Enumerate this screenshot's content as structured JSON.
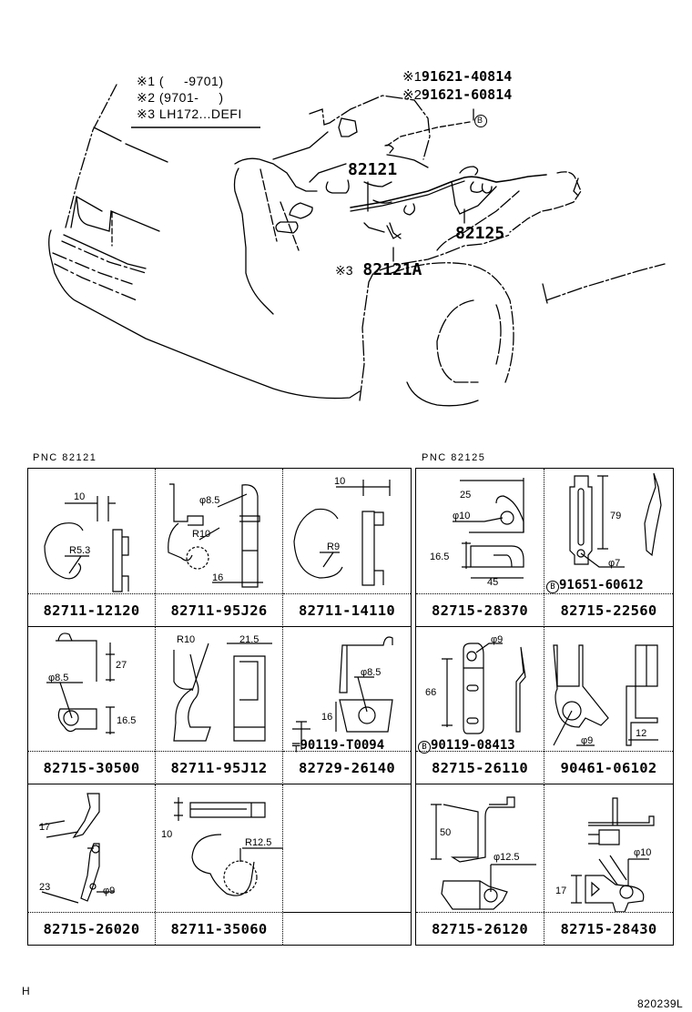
{
  "notes": [
    {
      "mark": "※1",
      "text": "(     -9701)"
    },
    {
      "mark": "※2",
      "text": "(9701-     )"
    },
    {
      "mark": "※3",
      "text": "LH172...DEFI"
    }
  ],
  "callouts": {
    "bolt1": {
      "mark": "※1",
      "part": "91621-40814"
    },
    "bolt2": {
      "mark": "※2",
      "part": "91621-60814"
    },
    "b_symbol": "B",
    "harness_main": "82121",
    "harness_82125": "82125",
    "harness_a": {
      "mark": "※3",
      "part": "82121A"
    }
  },
  "groups": [
    {
      "pnc_label": "PNC 82121",
      "cells": [
        {
          "part": "82711-12120",
          "dims": [
            "10",
            "R5.3"
          ],
          "icon": "wire-clamp-icon"
        },
        {
          "part": "82711-95J26",
          "dims": [
            "φ8.5",
            "R10",
            "16"
          ],
          "icon": "wire-clamp-icon"
        },
        {
          "part": "82711-14110",
          "dims": [
            "10",
            "R9"
          ],
          "icon": "wire-clamp-icon"
        },
        {
          "part": "82715-30500",
          "dims": [
            "27",
            "φ8.5",
            "16.5"
          ],
          "icon": "bracket-icon"
        },
        {
          "part": "82711-95J12",
          "dims": [
            "R10",
            "21.5"
          ],
          "icon": "wire-clamp-icon"
        },
        {
          "part": "82729-26140",
          "dims": [
            "φ8.5",
            "16"
          ],
          "sub_part": "90119-T0094",
          "icon": "bracket-icon"
        },
        {
          "part": "82715-26020",
          "dims": [
            "17",
            "23",
            "φ9"
          ],
          "icon": "bracket-icon"
        },
        {
          "part": "82711-35060",
          "dims": [
            "10",
            "R12.5"
          ],
          "icon": "wire-clamp-icon"
        },
        {
          "part": "",
          "dims": [],
          "icon": "empty"
        }
      ]
    },
    {
      "pnc_label": "PNC 82125",
      "cells": [
        {
          "part": "82715-28370",
          "dims": [
            "25",
            "φ10",
            "16.5",
            "45"
          ],
          "icon": "bracket-icon"
        },
        {
          "part": "82715-22560",
          "dims": [
            "79",
            "φ7"
          ],
          "sub_part": "91651-60612",
          "sub_mark": "B",
          "icon": "bracket-icon"
        },
        {
          "part": "82715-26110",
          "dims": [
            "φ9",
            "66"
          ],
          "sub_part": "90119-08413",
          "sub_mark": "B",
          "icon": "bracket-icon"
        },
        {
          "part": "90461-06102",
          "dims": [
            "φ9",
            "12"
          ],
          "icon": "clamp-icon"
        },
        {
          "part": "82715-26120",
          "dims": [
            "50",
            "φ12.5"
          ],
          "icon": "bracket-icon"
        },
        {
          "part": "82715-28430",
          "dims": [
            "φ10",
            "17"
          ],
          "icon": "bracket-icon"
        }
      ]
    }
  ],
  "footer": {
    "left": "H",
    "right": "820239L"
  }
}
